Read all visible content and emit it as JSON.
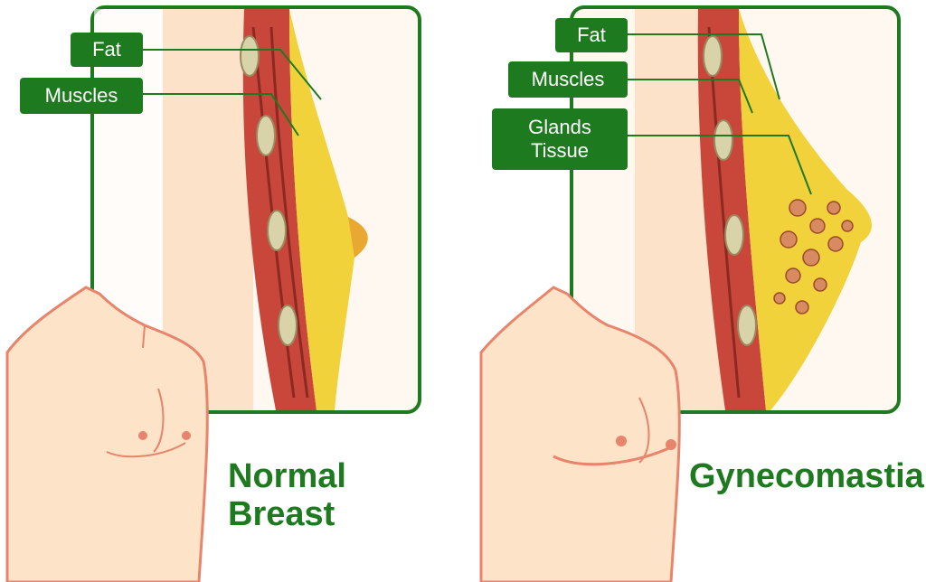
{
  "left_panel": {
    "labels": {
      "fat": "Fat",
      "muscles": "Muscles"
    },
    "caption": "Normal\nBreast"
  },
  "right_panel": {
    "labels": {
      "fat": "Fat",
      "muscles": "Muscles",
      "glands": "Glands\nTissue"
    },
    "caption": "Gynecomastia"
  },
  "colors": {
    "accent_green": "#1e7a1e",
    "skin": "#fde3c7",
    "skin_outline": "#e8846c",
    "muscle": "#b83a2e",
    "fat": "#f2d23a",
    "gland": "#d88a60"
  }
}
